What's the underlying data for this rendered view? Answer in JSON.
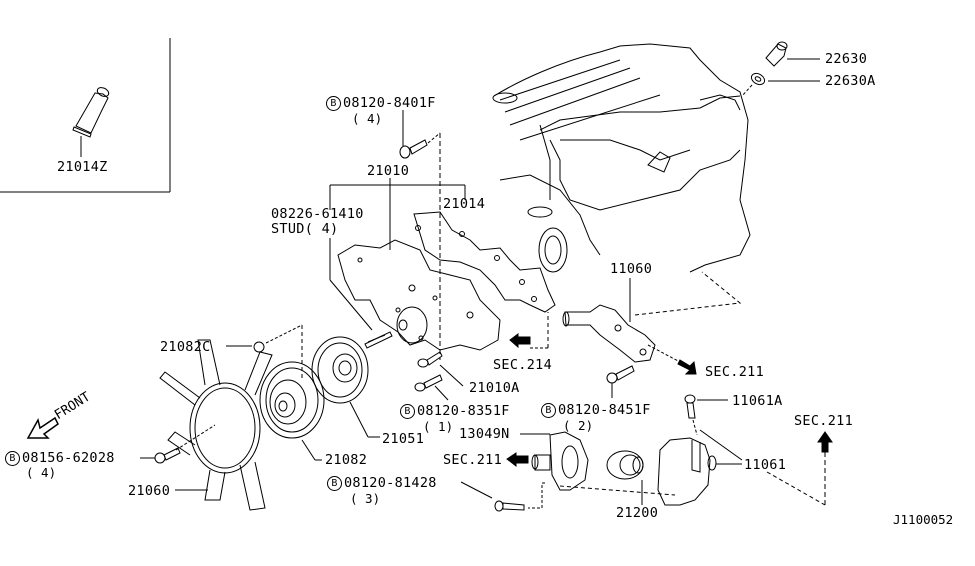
{
  "diagram": {
    "title": "Water pump, cooling fan & thermostat parts diagram",
    "figure_code": "J1100052",
    "inset": {
      "part": "21014Z",
      "label": "21014Z"
    },
    "direction_marker": "FRONT",
    "bolt_symbol": "B",
    "callouts": [
      {
        "id": "22630",
        "label": "22630"
      },
      {
        "id": "22630A",
        "label": "22630A"
      },
      {
        "id": "08120-8401F",
        "label": "08120-8401F",
        "bolt": true,
        "qty": "( 4)"
      },
      {
        "id": "21010",
        "label": "21010"
      },
      {
        "id": "08226-61410",
        "label": "08226-61410",
        "note": "STUD( 4)"
      },
      {
        "id": "21014",
        "label": "21014"
      },
      {
        "id": "11060",
        "label": "11060"
      },
      {
        "id": "21082C",
        "label": "21082C"
      },
      {
        "id": "sec214",
        "label": "SEC.214"
      },
      {
        "id": "sec211-a",
        "label": "SEC.211"
      },
      {
        "id": "21010A",
        "label": "21010A"
      },
      {
        "id": "08120-8351F",
        "label": "08120-8351F",
        "bolt": true,
        "qty": "( 1)"
      },
      {
        "id": "08120-8451F",
        "label": "08120-8451F",
        "bolt": true,
        "qty": "( 2)"
      },
      {
        "id": "11061A",
        "label": "11061A"
      },
      {
        "id": "sec211-b",
        "label": "SEC.211"
      },
      {
        "id": "13049N",
        "label": "13049N"
      },
      {
        "id": "21051",
        "label": "21051"
      },
      {
        "id": "08156-62028",
        "label": "08156-62028",
        "bolt": true,
        "qty": "( 4)"
      },
      {
        "id": "21082",
        "label": "21082"
      },
      {
        "id": "sec211-c",
        "label": "SEC.211"
      },
      {
        "id": "11061",
        "label": "11061"
      },
      {
        "id": "21060",
        "label": "21060"
      },
      {
        "id": "08120-81428",
        "label": "08120-81428",
        "bolt": true,
        "qty": "( 3)"
      },
      {
        "id": "21200",
        "label": "21200"
      }
    ]
  }
}
